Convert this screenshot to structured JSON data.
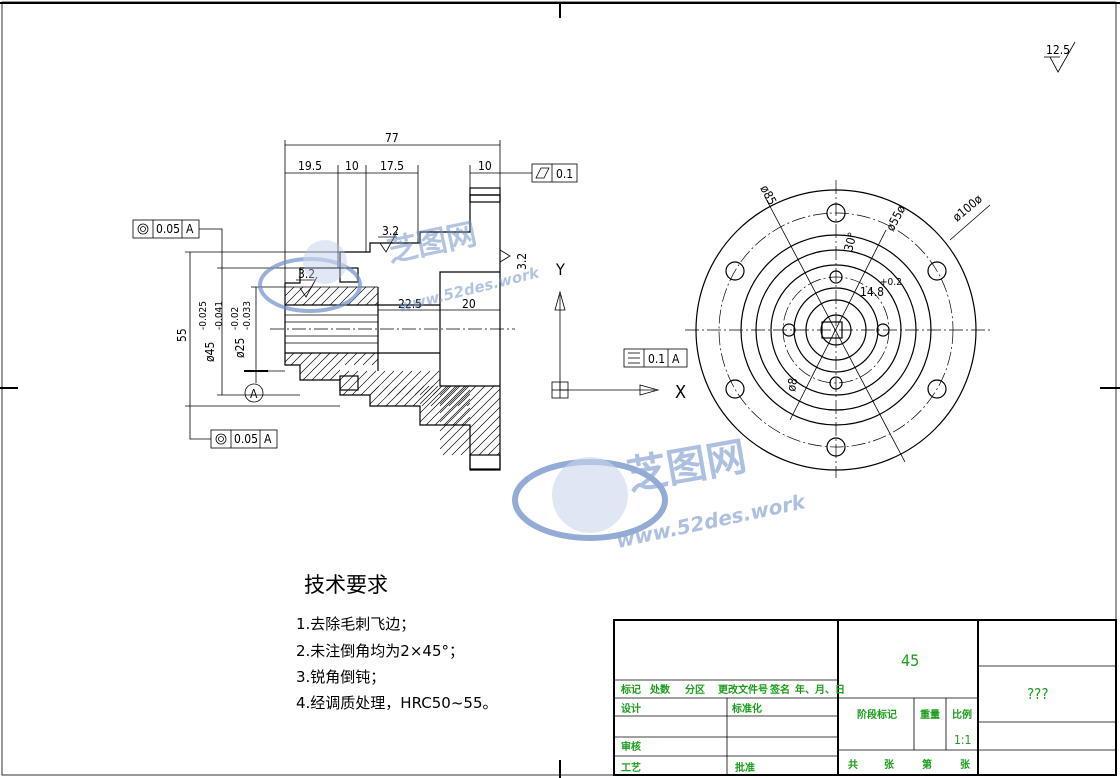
{
  "surface_roughness": "12.5",
  "section_view": {
    "dimensions": {
      "overall_length": "77",
      "d19_5": "19.5",
      "d10_a": "10",
      "d17_5": "17.5",
      "d10_b": "10",
      "d22_5": "22.5",
      "d20": "20",
      "dia55": "55",
      "dia45": "ø45",
      "dia45_tol_upper": "-0.025",
      "dia45_tol_lower": "-0.041",
      "dia25": "ø25",
      "dia25_tol_upper": "-0.02",
      "dia25_tol_lower": "-0.033",
      "rough_a": "3.2",
      "rough_b": "3.2",
      "rough_c": "3.2"
    },
    "datum_label": "A",
    "tolerance_frames": [
      {
        "symbol": "concentricity",
        "value": "0.05",
        "datum": "A"
      },
      {
        "symbol": "concentricity",
        "value": "0.05",
        "datum": "A"
      },
      {
        "symbol": "flatness",
        "value": "0.1",
        "datum": ""
      },
      {
        "symbol": "symmetry",
        "value": "0.1",
        "datum": "A"
      }
    ]
  },
  "axis_labels": {
    "y": "Y",
    "x": "X"
  },
  "end_view": {
    "dimensions": {
      "dia100": "ø100ø",
      "dia85": "ø85",
      "dia55": "ø55ø",
      "angle": "30°",
      "width14": "14.8",
      "tol": "+0.2",
      "dia8": "ø8"
    }
  },
  "technical_requirements": {
    "title": "技术要求",
    "items": [
      "1.去除毛刺飞边；",
      "2.未注倒角均为2×45°；",
      "3.锐角倒钝；",
      "4.经调质处理，HRC50~55。"
    ]
  },
  "title_block": {
    "material": "45",
    "drawing_name": "???",
    "header_labels": [
      "标记",
      "处数",
      "分区",
      "更改文件号",
      "签名",
      "年、月、日"
    ],
    "design": "设计",
    "standardization": "标准化",
    "stage_mark": "阶段标记",
    "weight": "重量",
    "scale_label": "比例",
    "scale_value": "1:1",
    "review": "审核",
    "process": "工艺",
    "approve": "批准",
    "total": "共",
    "sheets": "张",
    "sheet_no": "第",
    "sheet_unit": "张"
  },
  "watermark": {
    "brand_main": "芝图网",
    "brand_url": "www.52des.work"
  },
  "colors": {
    "line": "#000000",
    "title_block_text": "#1a9e1a",
    "watermark": "#6f8fc8"
  }
}
